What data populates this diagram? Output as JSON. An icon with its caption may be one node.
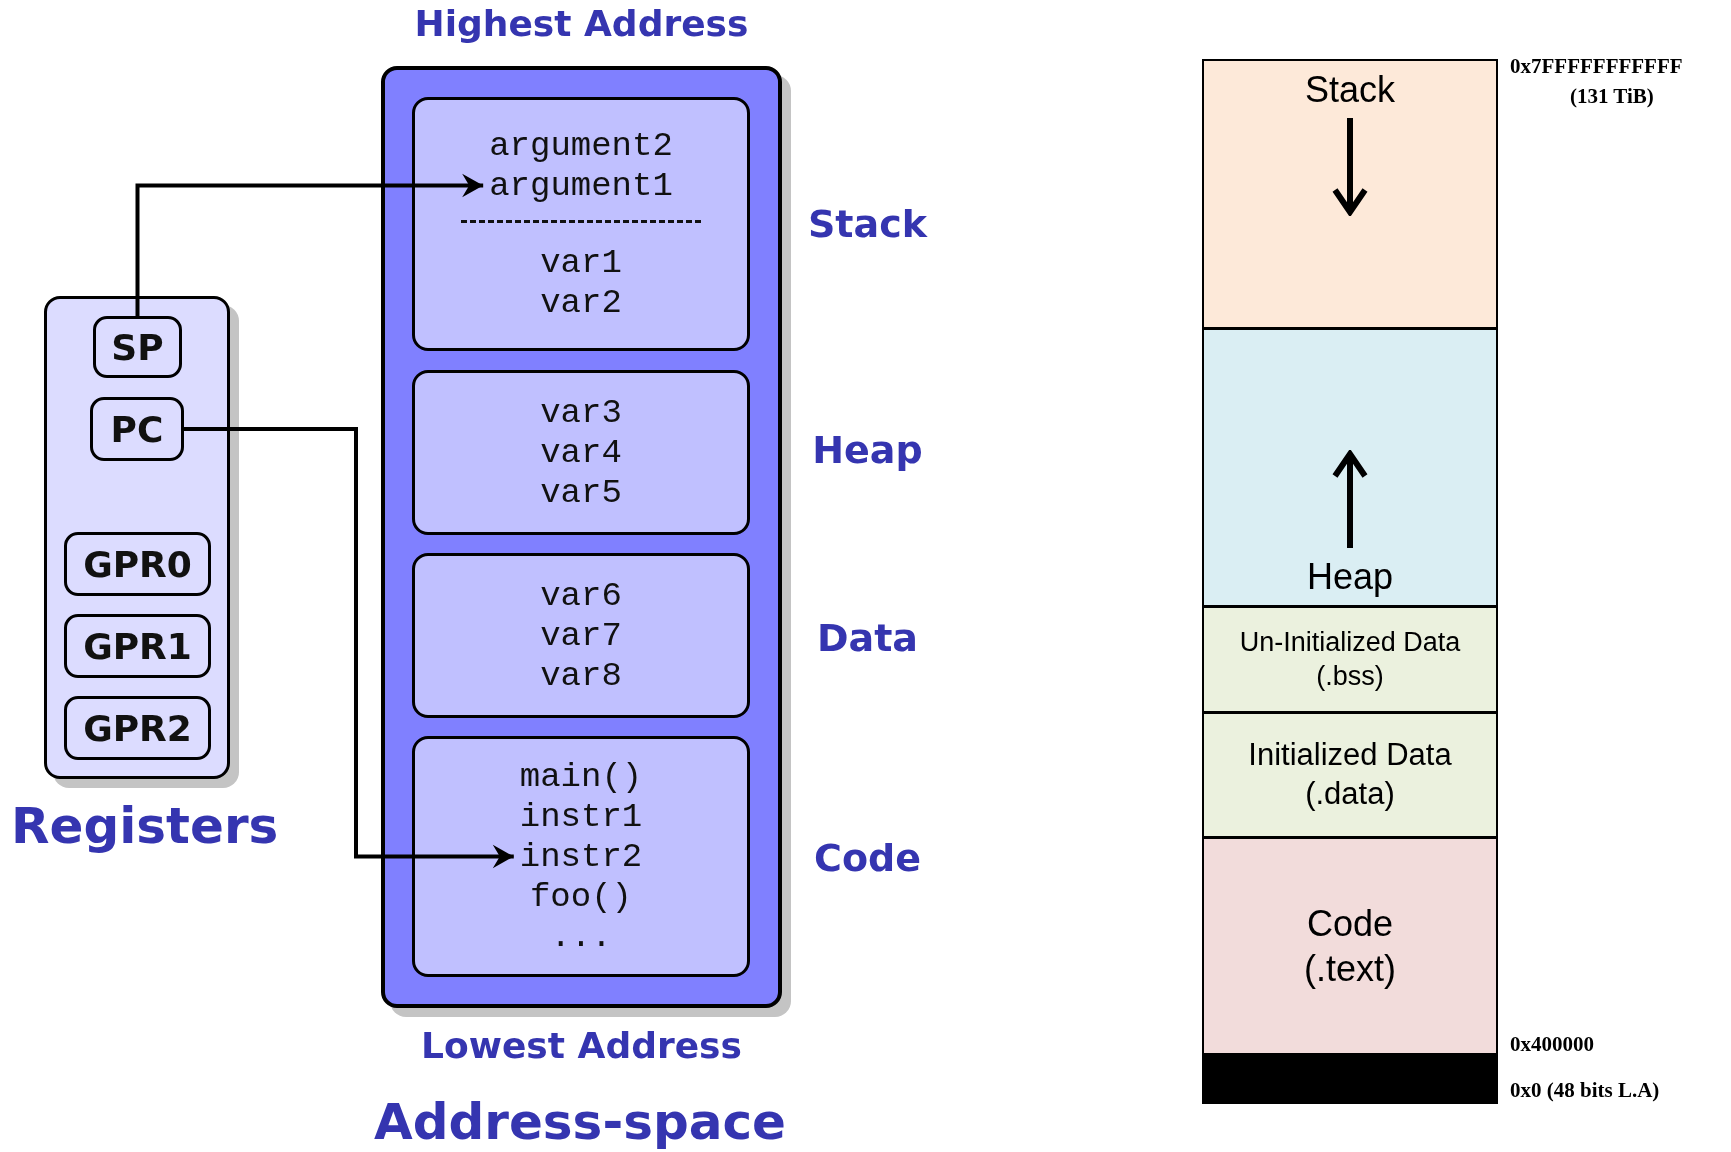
{
  "diagram": {
    "nodes": [
      {
        "text": [
          "Registers"
        ]
      },
      {
        "text": [
          "SP"
        ],
        "in": 0
      },
      {
        "text": [
          "PC"
        ],
        "in": 0
      },
      {
        "text": [
          "GPR0"
        ],
        "in": 0
      },
      {
        "text": [
          "GPR1"
        ],
        "in": 0
      },
      {
        "text": [
          "GPR2"
        ],
        "in": 0
      },
      {
        "text": [
          "Address-space"
        ],
        "beside": [
          "Highest Address",
          "Lowest Address"
        ]
      },
      {
        "text": [
          "argument2",
          "argument1",
          "var1 var2"
        ],
        "in": 6,
        "beside": [
          "Stack"
        ]
      },
      {
        "text": [
          "var3 var4 var5"
        ],
        "in": 6,
        "beside": [
          "Heap"
        ]
      },
      {
        "text": [
          "var6 var7 var8"
        ],
        "in": 6,
        "beside": [
          "Data"
        ]
      },
      {
        "text": [
          "main() instr1 instr2 foo() ..."
        ],
        "in": 6,
        "beside": [
          "Code"
        ]
      },
      {
        "text": [
          "Stack"
        ]
      },
      {
        "text": [
          "Heap"
        ]
      },
      {
        "text": [
          "Un-Initialized Data (.bss)"
        ]
      },
      {
        "text": [
          "Initialized Data (.data)"
        ]
      },
      {
        "text": [
          "Code (.text)"
        ]
      },
      {
        "text": [],
        "shape": "bar"
      }
    ],
    "edges": [
      {
        "from": 1,
        "to": 7,
        "arrow": "to"
      },
      {
        "from": 2,
        "to": 10,
        "arrow": "to"
      }
    ],
    "labels": [
      "0x7FFFFFFFFFFF",
      "(131 TiB)",
      "0x400000",
      "0x0 (48 bits L.A)"
    ]
  }
}
